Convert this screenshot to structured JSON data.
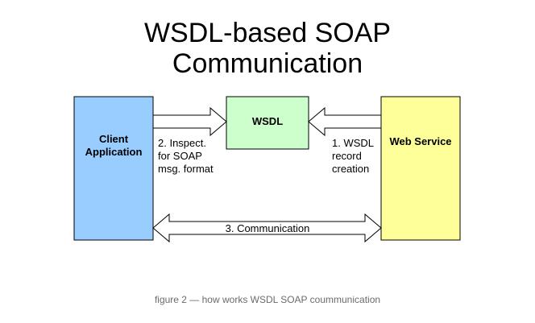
{
  "title": {
    "line1": "WSDL-based SOAP",
    "line2": "Communication"
  },
  "nodes": {
    "client": {
      "line1": "Client",
      "line2": "Application",
      "fill": "#99ccff"
    },
    "wsdl": {
      "label": "WSDL",
      "fill": "#ccffcc"
    },
    "service": {
      "label": "Web Service",
      "fill": "#ffff99"
    }
  },
  "edges": {
    "inspect": {
      "line1": "2. Inspect.",
      "line2": "for SOAP",
      "line3": "msg. format"
    },
    "record": {
      "line1": "1. WSDL",
      "line2": "record",
      "line3": "creation"
    },
    "communication": {
      "label": "3. Communication"
    }
  },
  "caption": "figure 2 — how works WSDL SOAP coummunication"
}
